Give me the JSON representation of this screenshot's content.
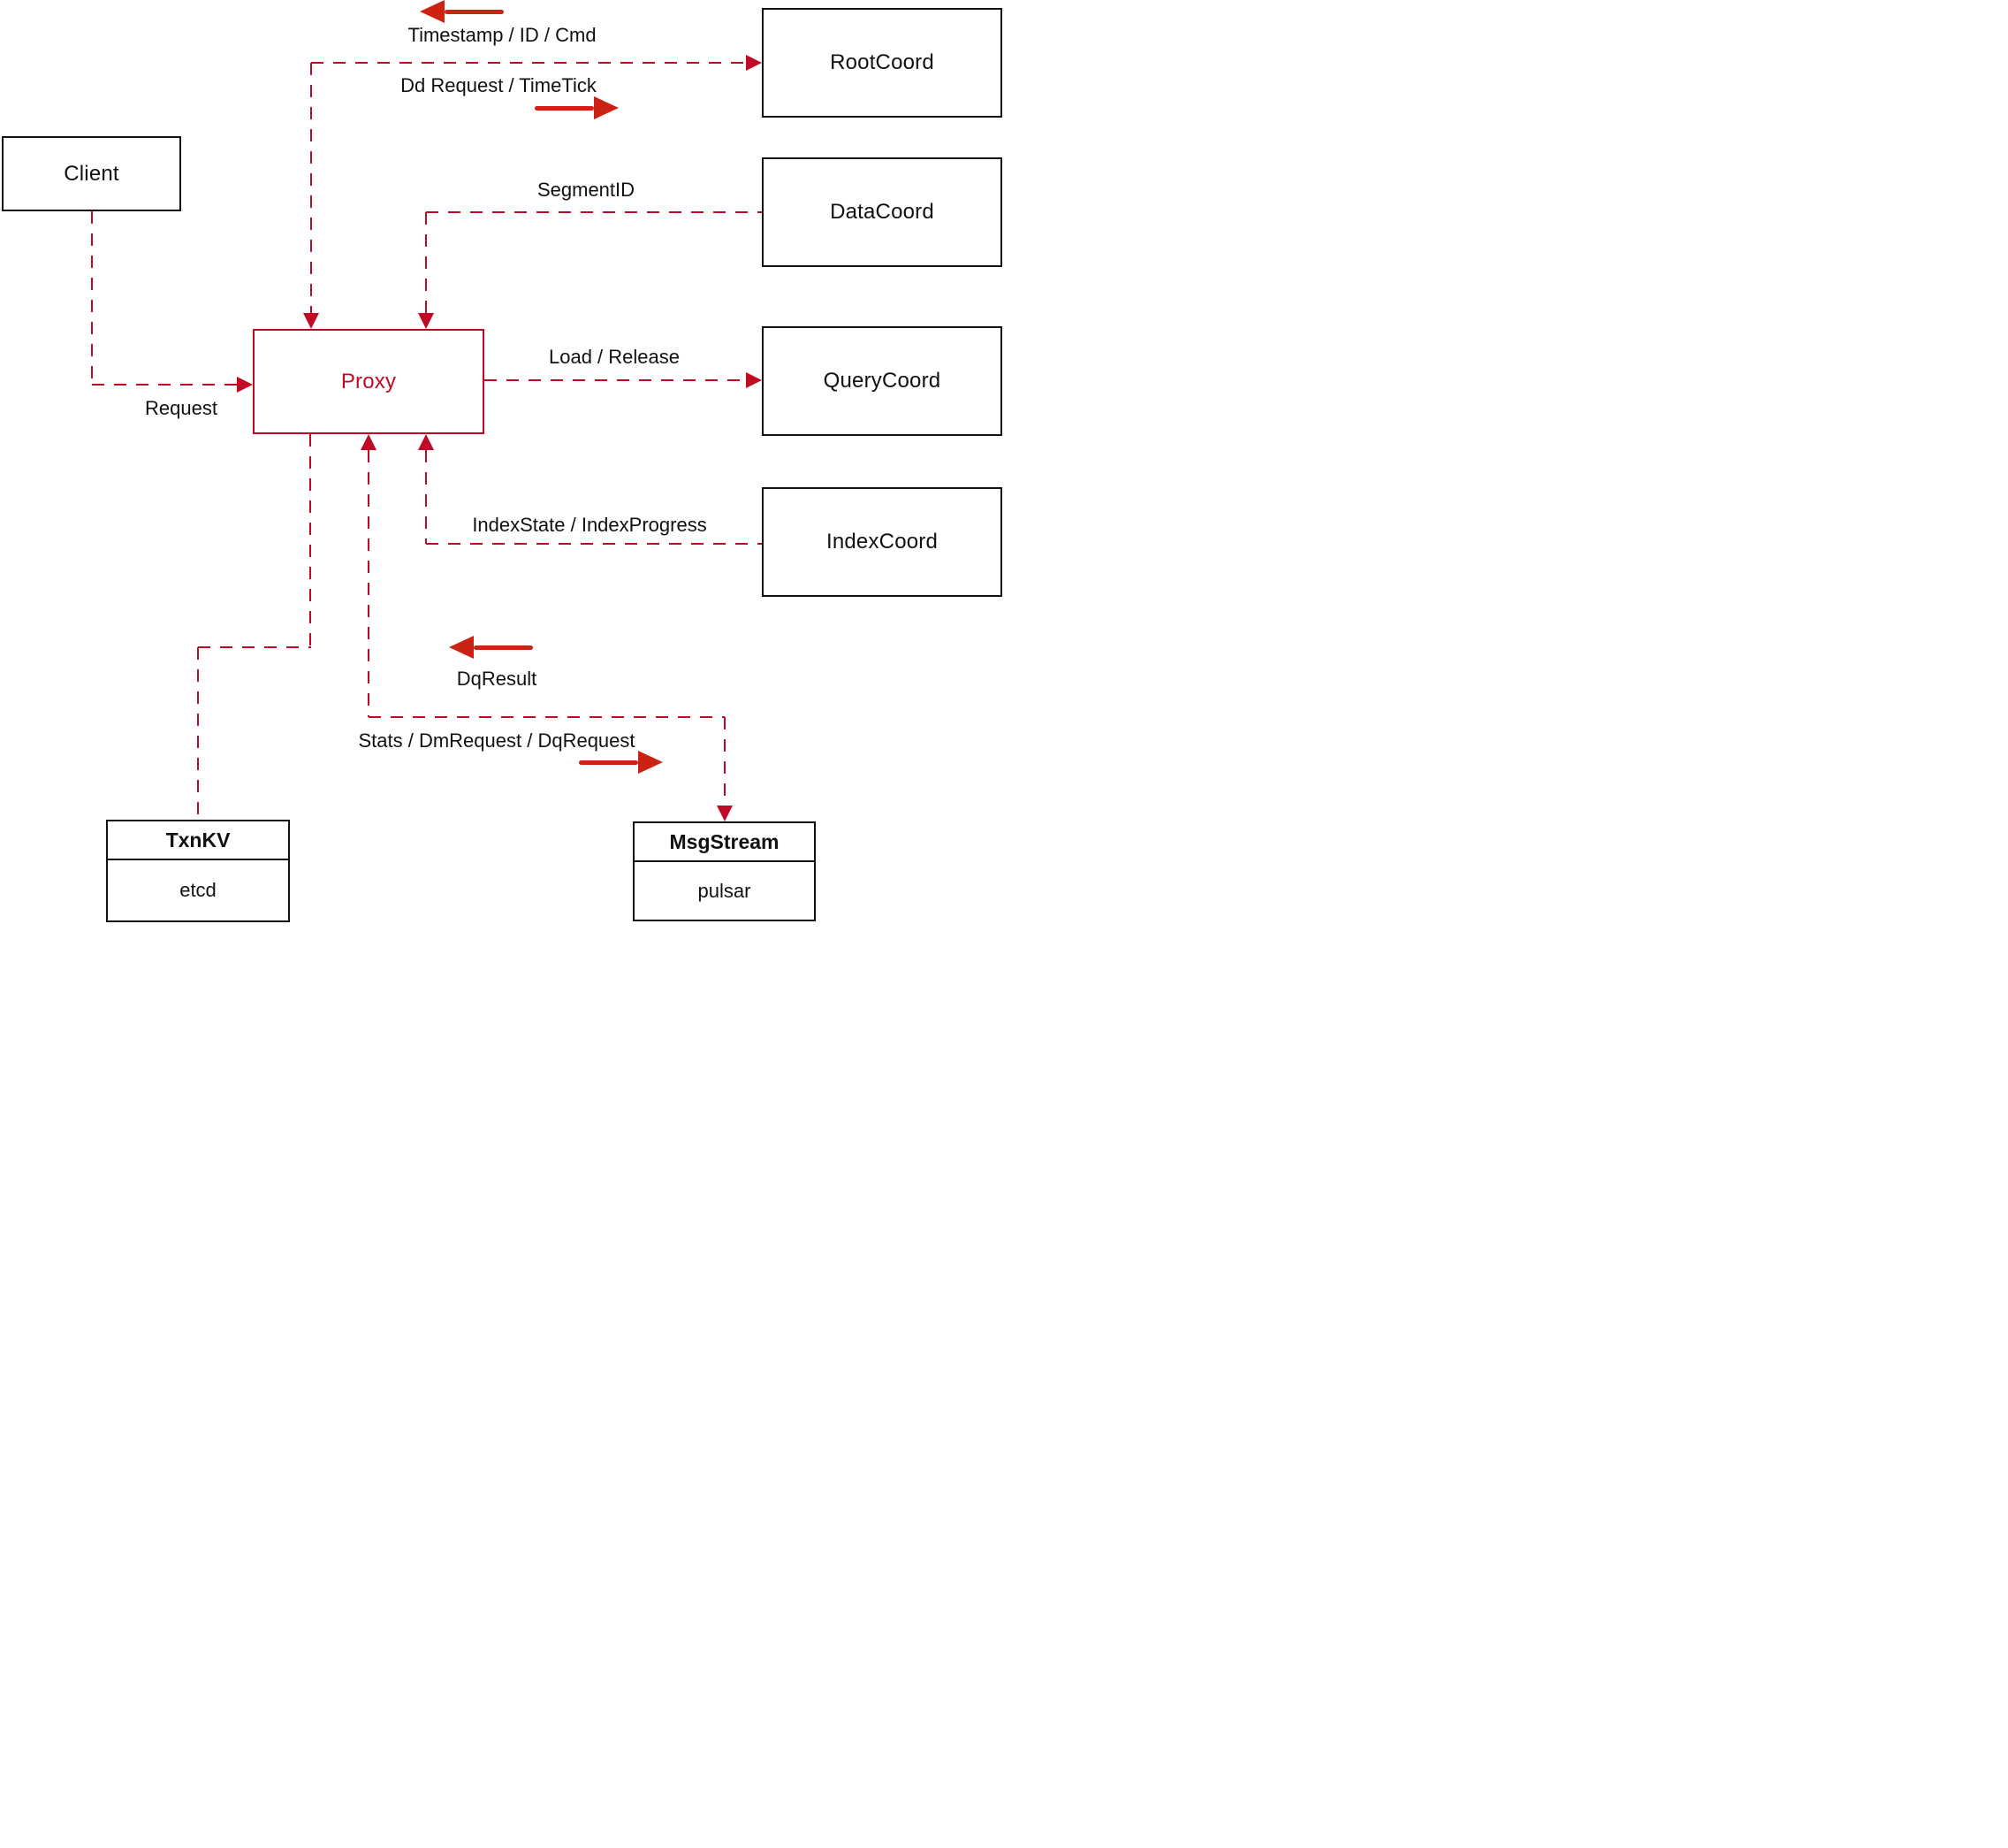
{
  "diagram": {
    "nodes": {
      "client": {
        "label": "Client"
      },
      "proxy": {
        "label": "Proxy"
      },
      "root_coord": {
        "label": "RootCoord"
      },
      "data_coord": {
        "label": "DataCoord"
      },
      "query_coord": {
        "label": "QueryCoord"
      },
      "index_coord": {
        "label": "IndexCoord"
      },
      "txn_kv": {
        "title": "TxnKV",
        "body": "etcd"
      },
      "msg_stream": {
        "title": "MsgStream",
        "body": "pulsar"
      }
    },
    "edge_labels": {
      "timestamp_id_cmd": "Timestamp / ID / Cmd",
      "dd_request_timetick": "Dd Request / TimeTick",
      "segment_id": "SegmentID",
      "load_release": "Load / Release",
      "index_state": "IndexState / IndexProgress",
      "dq_result": "DqResult",
      "stats_dm_dq": "Stats / DmRequest / DqRequest",
      "request": "Request"
    },
    "colors": {
      "connector": "#c00a26",
      "arrow": "#cc2213",
      "node_border": "#111111",
      "text": "#111111"
    }
  }
}
